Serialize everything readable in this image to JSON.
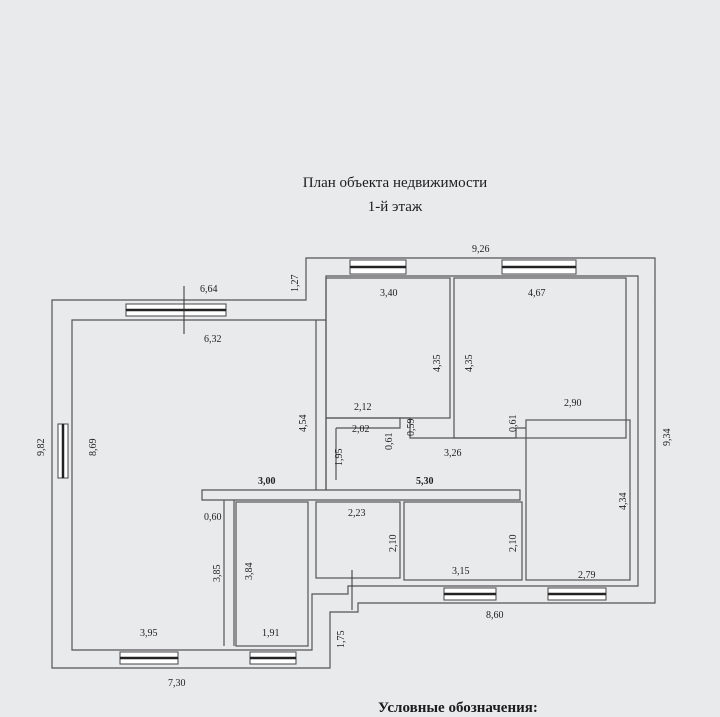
{
  "title_line1": "План объекта недвижимости",
  "title_line2": "1-й этаж",
  "legend_heading": "Условные обозначения:",
  "dimensions": {
    "top_total": "9,26",
    "left_upper_width": "6,64",
    "left_offset": "1,27",
    "room_top_left_width": "3,40",
    "room_top_right_width": "4,67",
    "living_width": "6,32",
    "room_top_left_height": "4,35",
    "room_top_right_height": "4,35",
    "living_inner_height": "4,54",
    "living_height": "8,69",
    "left_total": "9,82",
    "right_total": "9,34",
    "hall_upper_width": "2,12",
    "hall_lower_width": "2,02",
    "hall_notch_1": "0,61",
    "hall_notch_2": "0,59",
    "hall_notch_3": "0,61",
    "right_room_width_top": "2,90",
    "hall_right_width": "3,26",
    "hall_height": "1,95",
    "living_hall_len": "3,00",
    "corridor_len": "5,30",
    "right_room_height": "4,34",
    "wall_step": "0,60",
    "room_center_width": "2,23",
    "room_center_height": "2,10",
    "room_right_height": "2,10",
    "living_lower_height": "3,85",
    "small_room_height": "3,84",
    "room_right_width": "3,15",
    "right_room_width_bottom": "2,79",
    "bottom_right_total": "8,60",
    "step_height": "1,75",
    "living_bottom_width": "3,95",
    "small_room_width": "1,91",
    "bottom_left_total": "7,30"
  }
}
